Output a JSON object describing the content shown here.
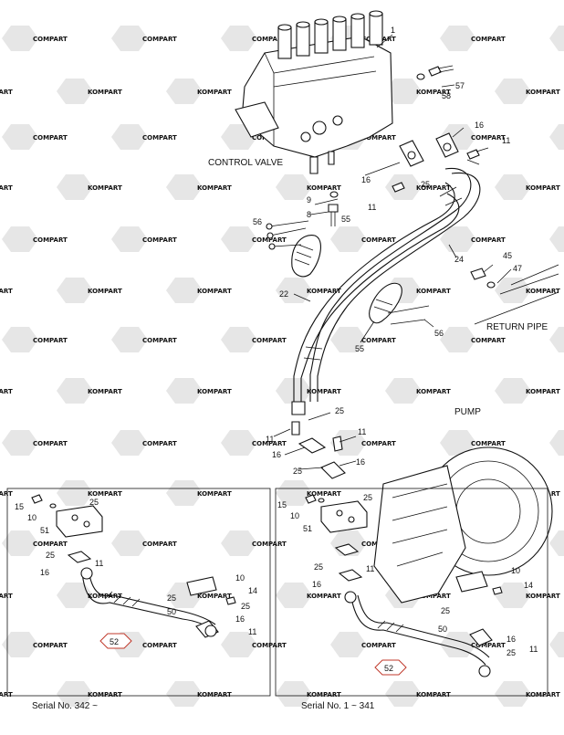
{
  "watermark": {
    "word1": "KOMPART",
    "word2": "COMPART"
  },
  "labels": {
    "control_valve": "CONTROL VALVE",
    "return_pipe": "RETURN PIPE",
    "pump": "PUMP",
    "serial_left": "Serial No. 342 ~",
    "serial_right": "Serial No. 1 ~ 341"
  },
  "callouts": {
    "c1": "1",
    "c57": "57",
    "c58": "58",
    "c16a": "16",
    "c11a": "11",
    "c16b": "16",
    "c25a": "25",
    "c11b": "11",
    "c9": "9",
    "c8": "8",
    "c56a": "56",
    "c55a": "55",
    "c24": "24",
    "c45": "45",
    "c47": "47",
    "c22": "22",
    "c56b": "56",
    "c55b": "55",
    "c25b": "25",
    "c11c": "11",
    "c11d": "11",
    "c16c": "16",
    "c16d": "16",
    "c25c": "25",
    "l15": "15",
    "l10": "10",
    "l25a": "25",
    "l51": "51",
    "l25b": "25",
    "l16a": "16",
    "l11a": "11",
    "l10b": "10",
    "l14": "14",
    "l25c": "25",
    "l50": "50",
    "l25d": "25",
    "l16b": "16",
    "l11b": "11",
    "l52": "52",
    "r15": "15",
    "r10": "10",
    "r25a": "25",
    "r51": "51",
    "r25b": "25",
    "r16a": "16",
    "r11a": "11",
    "r10b": "10",
    "r14": "14",
    "r25c": "25",
    "r50": "50",
    "r16b": "16",
    "r25d": "25",
    "r11b": "11",
    "r52": "52"
  }
}
